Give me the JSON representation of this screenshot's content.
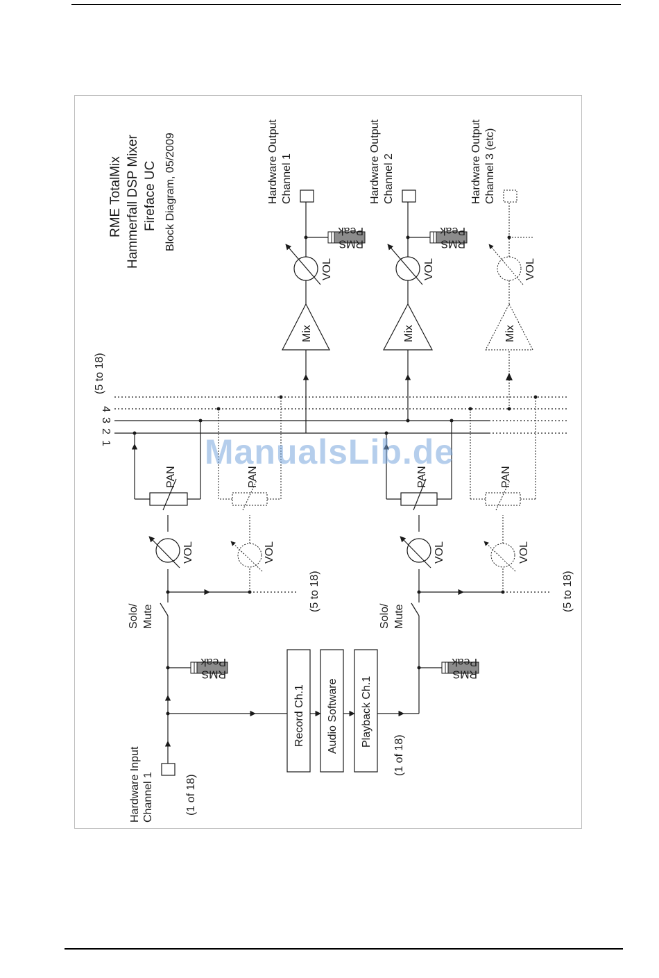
{
  "title": {
    "line1": "RME TotalMix",
    "line2": "Hammerfall DSP Mixer",
    "line3": "Fireface UC",
    "line4": "Block Diagram, 05/2009"
  },
  "bus": {
    "numbers": [
      "1",
      "2",
      "3",
      "4"
    ],
    "range": "(5 to 18)"
  },
  "input": {
    "label1": "Hardware Input",
    "label2": "Channel 1",
    "count": "(1 of 18)"
  },
  "playback": {
    "count": "(1 of 18)"
  },
  "daw": {
    "record": "Record Ch.1",
    "software": "Audio Software",
    "playback": "Playback Ch.1"
  },
  "meters": {
    "peak": "Peak",
    "rms": "RMS"
  },
  "controls": {
    "solo1": "Solo/",
    "solo2": "Mute",
    "vol": "VOL",
    "pan": "PAN",
    "mix": "Mix",
    "more": "(5 to 18)"
  },
  "outputs": [
    {
      "label1": "Hardware Output",
      "label2": "Channel 1"
    },
    {
      "label1": "Hardware Output",
      "label2": "Channel 2"
    },
    {
      "label1": "Hardware Output",
      "label2": "Channel 3 (etc)"
    }
  ],
  "watermark": "ManualsLib.de",
  "colors": {
    "line": "#1a1a1a",
    "meter_fill": "#8c8c8c",
    "watermark": "#78a5dc"
  }
}
